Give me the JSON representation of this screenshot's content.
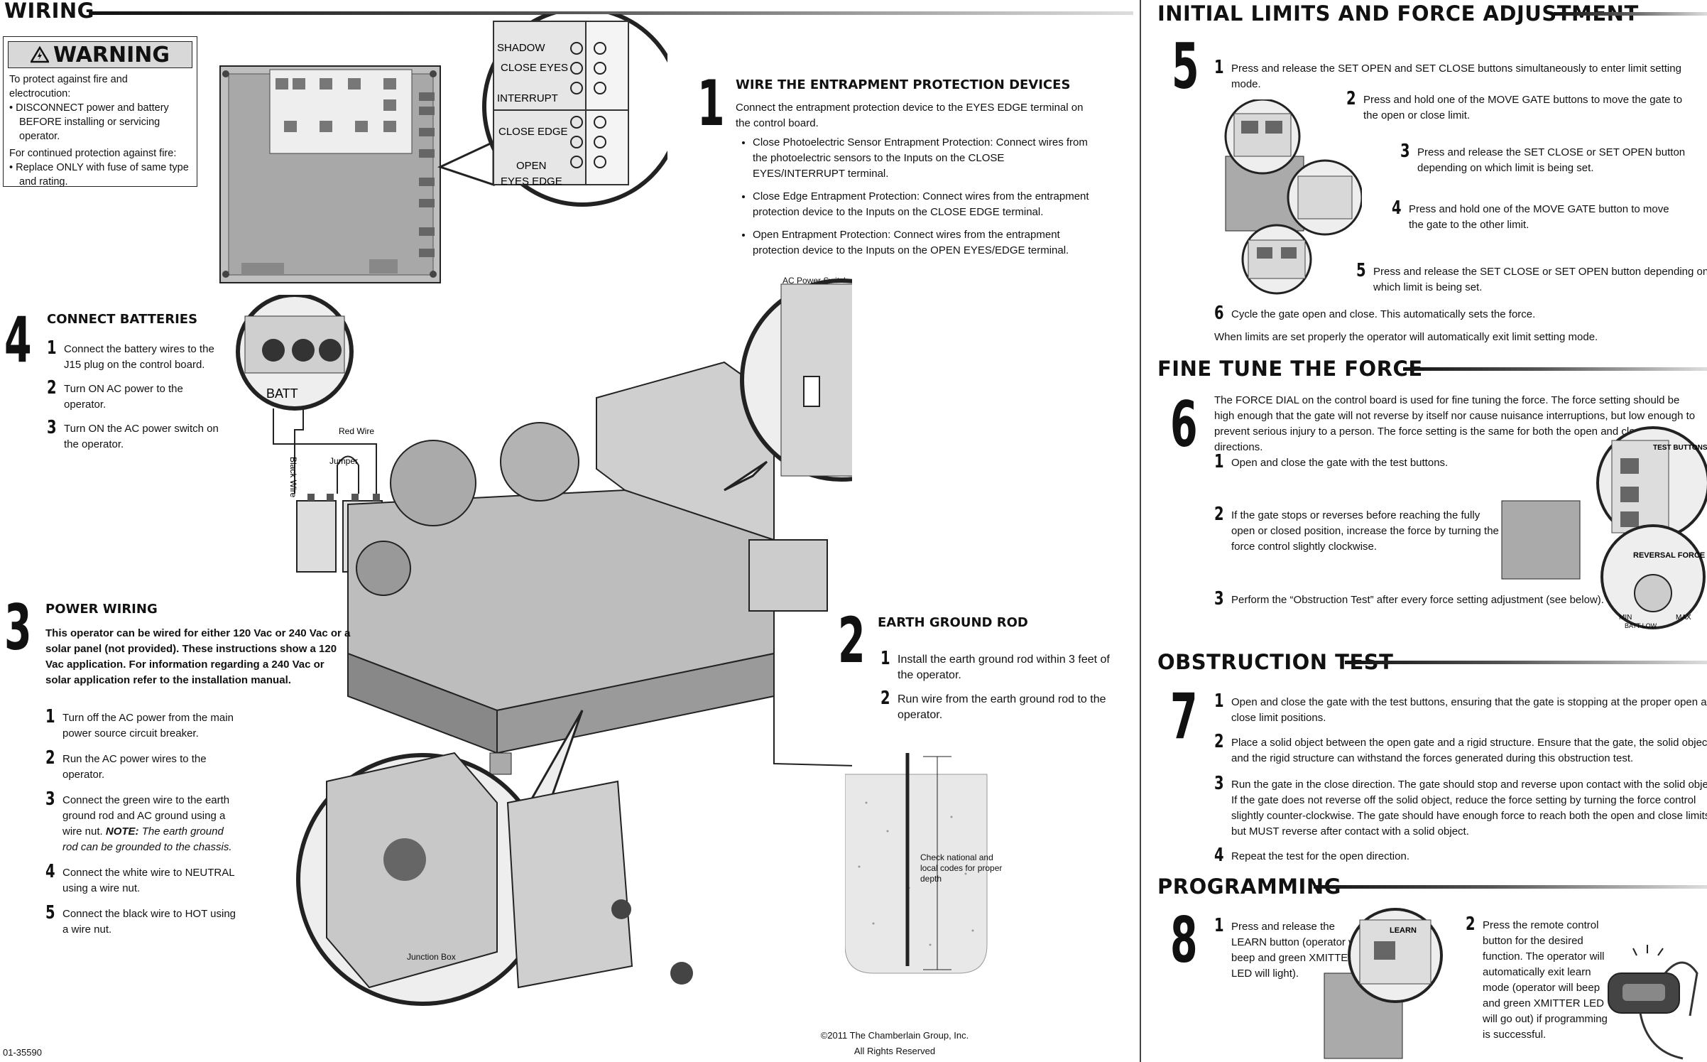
{
  "left": {
    "wiring_title": "WIRING",
    "warning": {
      "title": "WARNING",
      "line1": "To protect against fire and electrocution:",
      "bullet1": "DISCONNECT power and battery BEFORE installing or servicing operator.",
      "line2": "For continued protection against fire:",
      "bullet2": "Replace ONLY with fuse of same type and rating."
    },
    "board_labels": {
      "shadow": "SHADOW",
      "close_eyes": "CLOSE EYES",
      "interrupt": "INTERRUPT",
      "close_edge": "CLOSE EDGE",
      "open": "OPEN",
      "eyes_edge": "EYES EDGE",
      "batt": "BATT"
    },
    "s1": {
      "num": "1",
      "title": "WIRE THE ENTRAPMENT PROTECTION DEVICES",
      "intro": "Connect the entrapment protection device to the EYES EDGE terminal on the control board.",
      "bullets": [
        "Close Photoelectric Sensor Entrapment Protection: Connect wires from the photoelectric sensors to the Inputs on the CLOSE EYES/INTERRUPT terminal.",
        "Close Edge Entrapment Protection: Connect wires from the entrapment protection device to the Inputs on the CLOSE EDGE terminal.",
        "Open Entrapment Protection: Connect wires from the entrapment protection device to the Inputs on the OPEN EYES/EDGE terminal."
      ]
    },
    "s4": {
      "num": "4",
      "title": "CONNECT BATTERIES",
      "steps": [
        "Connect the battery wires to the J15 plug on the control board.",
        "Turn ON AC power to the operator.",
        "Turn ON the AC power switch on the operator."
      ],
      "red_wire": "Red Wire",
      "black_wire": "Black Wire",
      "jumper": "Jumper"
    },
    "ac_power_switch": "AC Power Switch",
    "s3": {
      "num": "3",
      "title": "POWER WIRING",
      "intro": "This operator can be wired for either 120 Vac or 240 Vac or a solar panel (not provided). These instructions show a 120 Vac application. For information regarding a 240 Vac or solar application refer to the installation manual.",
      "steps": [
        "Turn off the AC power from the main power source circuit breaker.",
        "Run the AC power wires to the operator.",
        "Connect the green wire to the earth ground rod and AC ground using a wire nut.",
        "Connect the white wire to NEUTRAL using a wire nut.",
        "Connect the black wire to HOT using a wire nut."
      ],
      "note_label": "NOTE:",
      "note_text": "The earth ground rod can be grounded to the chassis."
    },
    "s2": {
      "num": "2",
      "title": "EARTH GROUND ROD",
      "steps": [
        "Install the earth ground rod within 3 feet of the operator.",
        "Run wire from the earth ground rod to the operator."
      ],
      "depth_note": "Check national and local codes for proper depth"
    },
    "junction_box": "Junction Box",
    "copyright": "©2011 The Chamberlain Group, Inc.",
    "rights": "All Rights Reserved",
    "doc_number": "01-35590"
  },
  "right": {
    "limits_title": "INITIAL LIMITS AND FORCE ADJUSTMENT",
    "s5": {
      "num": "5",
      "steps": [
        "Press and release the SET OPEN and SET CLOSE buttons simultaneously to enter limit setting mode.",
        "Press and hold one of the MOVE GATE buttons to move the gate to the open or close limit.",
        "Press and release the SET CLOSE or SET OPEN button depending on which limit is being set.",
        "Press and hold one of the MOVE GATE button to move the gate to the other limit.",
        "Press and release the SET CLOSE or SET OPEN button depending on which limit is being set.",
        "Cycle the gate open and close. This automatically sets the force."
      ],
      "footer": "When limits are set properly the operator will automatically exit limit setting mode."
    },
    "fine_title": "FINE TUNE THE FORCE",
    "s6": {
      "num": "6",
      "intro": "The FORCE DIAL on the control board is used for fine tuning the force. The force setting should be high enough that the gate will not reverse by itself nor cause nuisance interruptions, but low enough to prevent serious injury to a person. The force setting is the same for both the open and close gate directions.",
      "steps": [
        "Open and close the gate with the test buttons.",
        "If the gate stops or reverses before reaching the fully open or closed position, increase the force by turning the force control slightly clockwise.",
        "Perform the “Obstruction Test” after every force setting adjustment (see below)."
      ],
      "test_buttons": "TEST BUTTONS",
      "reversal_force": "REVERSAL FORCE",
      "min": "MIN",
      "max": "MAX",
      "batt_low": "BATT LOW"
    },
    "obstruction_title": "OBSTRUCTION TEST",
    "s7": {
      "num": "7",
      "steps": [
        "Open and close the gate with the test buttons, ensuring that the gate is stopping at the proper open and close limit positions.",
        "Place a solid object between the open gate and a rigid structure. Ensure that the gate, the solid object, and the rigid structure can withstand the forces generated during this obstruction test.",
        "Run the gate in the close direction. The gate should stop and reverse upon contact with the solid object. If the gate does not reverse off the solid object, reduce the force setting by turning the force control slightly counter-clockwise. The gate should have enough force to reach both the open and close limits, but MUST reverse after contact with a solid object.",
        "Repeat the test for the open direction."
      ]
    },
    "programming_title": "PROGRAMMING",
    "s8": {
      "num": "8",
      "steps": [
        "Press and release the LEARN button (operator will beep and green XMITTER LED will light).",
        "Press the remote control button for the desired function. The operator will automatically exit learn mode (operator will beep and green XMITTER LED will go out) if programming is successful."
      ],
      "learn": "LEARN"
    }
  }
}
